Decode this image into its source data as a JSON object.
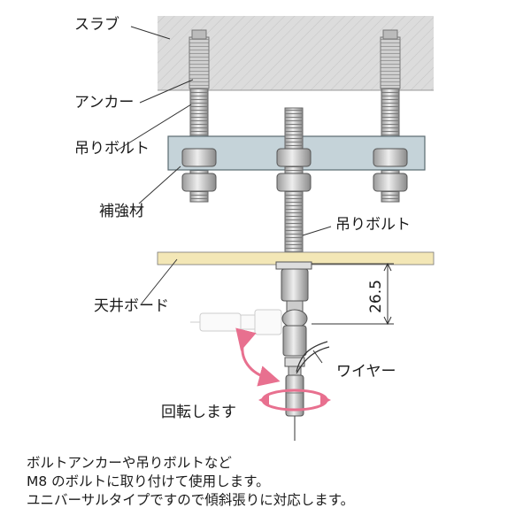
{
  "labels": {
    "slab": "スラブ",
    "anchor": "アンカー",
    "hanging_bolt_left": "吊りボルト",
    "reinforcement": "補強材",
    "hanging_bolt_right": "吊りボルト",
    "ceiling_board": "天井ボード",
    "wire": "ワイヤー",
    "rotates": "回転します",
    "dimension": "26.5"
  },
  "caption": [
    "ボルトアンカーや吊りボルトなど",
    "M8 のボルトに取り付けて使用します。",
    "ユニバーサルタイプですので傾斜張りに対応します。"
  ],
  "colors": {
    "slab_fill": "#dcdcdc",
    "reinforcement_fill": "#c5d3d9",
    "ceiling_board_fill": "#f3e7b6",
    "rotation_arrow": "#e8708f",
    "line": "#333333",
    "ghost": "#c8c8c8"
  }
}
